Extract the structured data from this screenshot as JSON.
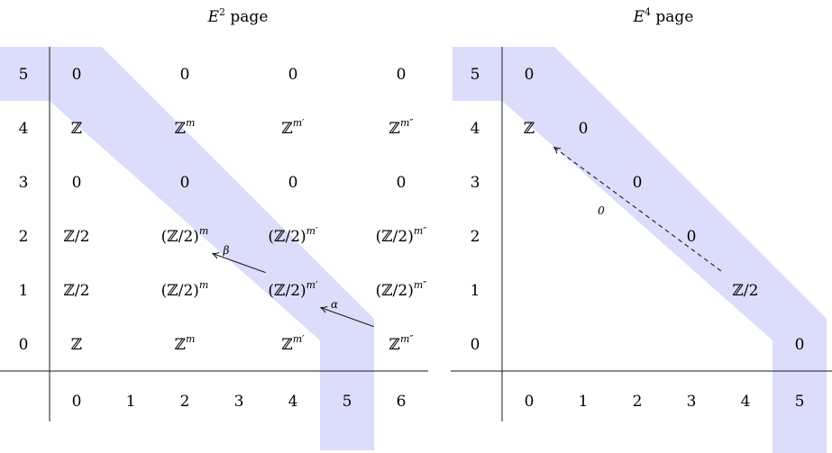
{
  "colors": {
    "band": "#dcdcfb",
    "ink": "#1a1a1a"
  },
  "left": {
    "title": {
      "sym": "E",
      "sup": "2",
      "rest": " page"
    },
    "rows": [
      "0",
      "1",
      "2",
      "3",
      "4",
      "5"
    ],
    "cols": [
      "0",
      "1",
      "2",
      "3",
      "4",
      "5",
      "6"
    ],
    "entries": [
      {
        "row": "5",
        "col": "0",
        "base": "0",
        "sup": ""
      },
      {
        "row": "5",
        "col": "2",
        "base": "0",
        "sup": ""
      },
      {
        "row": "5",
        "col": "4",
        "base": "0",
        "sup": ""
      },
      {
        "row": "5",
        "col": "6",
        "base": "0",
        "sup": ""
      },
      {
        "row": "4",
        "col": "0",
        "base": "ℤ",
        "sup": ""
      },
      {
        "row": "4",
        "col": "2",
        "base": "ℤ",
        "sup": "m"
      },
      {
        "row": "4",
        "col": "4",
        "base": "ℤ",
        "sup": "m′"
      },
      {
        "row": "4",
        "col": "6",
        "base": "ℤ",
        "sup": "m″"
      },
      {
        "row": "3",
        "col": "0",
        "base": "0",
        "sup": ""
      },
      {
        "row": "3",
        "col": "2",
        "base": "0",
        "sup": ""
      },
      {
        "row": "3",
        "col": "4",
        "base": "0",
        "sup": ""
      },
      {
        "row": "3",
        "col": "6",
        "base": "0",
        "sup": ""
      },
      {
        "row": "2",
        "col": "0",
        "base": "ℤ/2",
        "sup": ""
      },
      {
        "row": "2",
        "col": "2",
        "base": "(ℤ/2)",
        "sup": "m"
      },
      {
        "row": "2",
        "col": "4",
        "base": "(ℤ/2)",
        "sup": "m′"
      },
      {
        "row": "2",
        "col": "6",
        "base": "(ℤ/2)",
        "sup": "m″"
      },
      {
        "row": "1",
        "col": "0",
        "base": "ℤ/2",
        "sup": ""
      },
      {
        "row": "1",
        "col": "2",
        "base": "(ℤ/2)",
        "sup": "m"
      },
      {
        "row": "1",
        "col": "4",
        "base": "(ℤ/2)",
        "sup": "m′"
      },
      {
        "row": "1",
        "col": "6",
        "base": "(ℤ/2)",
        "sup": "m″"
      },
      {
        "row": "0",
        "col": "0",
        "base": "ℤ",
        "sup": ""
      },
      {
        "row": "0",
        "col": "2",
        "base": "ℤ",
        "sup": "m"
      },
      {
        "row": "0",
        "col": "4",
        "base": "ℤ",
        "sup": "m′"
      },
      {
        "row": "0",
        "col": "6",
        "base": "ℤ",
        "sup": "m″"
      }
    ],
    "arrows": [
      {
        "label": "β",
        "from": [
          "1",
          "4"
        ],
        "to": [
          "2",
          "2"
        ],
        "dashed": false
      },
      {
        "label": "α",
        "from": [
          "0",
          "6"
        ],
        "to": [
          "1",
          "4"
        ],
        "dashed": false
      }
    ],
    "highlight": {
      "row": "5",
      "col": "5"
    }
  },
  "right": {
    "title": {
      "sym": "E",
      "sup": "4",
      "rest": " page"
    },
    "rows": [
      "0",
      "1",
      "2",
      "3",
      "4",
      "5"
    ],
    "cols": [
      "0",
      "1",
      "2",
      "3",
      "4",
      "5"
    ],
    "entries": [
      {
        "row": "5",
        "col": "0",
        "base": "0",
        "sup": ""
      },
      {
        "row": "4",
        "col": "0",
        "base": "ℤ",
        "sup": ""
      },
      {
        "row": "4",
        "col": "1",
        "base": "0",
        "sup": ""
      },
      {
        "row": "3",
        "col": "2",
        "base": "0",
        "sup": ""
      },
      {
        "row": "2",
        "col": "3",
        "base": "0",
        "sup": ""
      },
      {
        "row": "1",
        "col": "4",
        "base": "ℤ/2",
        "sup": ""
      },
      {
        "row": "0",
        "col": "5",
        "base": "0",
        "sup": ""
      }
    ],
    "arrows": [
      {
        "label": "0",
        "from": [
          "1",
          "4"
        ],
        "to": [
          "4",
          "0"
        ],
        "dashed": true
      }
    ],
    "highlight": {
      "row": "5",
      "col": "5"
    }
  }
}
